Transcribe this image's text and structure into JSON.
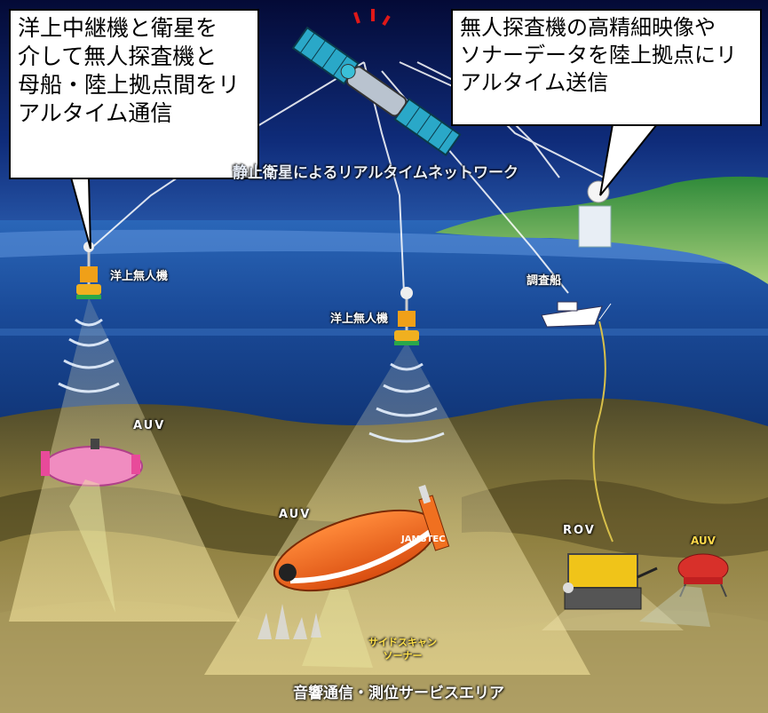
{
  "callouts": {
    "left": [
      "洋上中継機と衛星を",
      "介して無人探査機と",
      "母船・陸上拠点間をリ",
      "アルタイム通信"
    ],
    "right": [
      "無人探査機の高精細映像や",
      "ソナーデータを陸上拠点にリ",
      "アルタイム送信"
    ]
  },
  "labels": {
    "network": "静止衛星によるリアルタイムネットワーク",
    "buoy_left": "洋上無人機",
    "buoy_center": "洋上無人機",
    "ship": "調査船",
    "auv_left": "AUV",
    "auv_center": "AUV",
    "rov": "ROV",
    "auv_right": "AUV",
    "sidescan": "サイドスキャン\nソーナー",
    "service_area": "音響通信・測位サービスエリア",
    "auv_hull_text": "JAMSTEC"
  },
  "colors": {
    "sky_top": "#050b3a",
    "sea_surface": "#1e4f9a",
    "deep_sea": "#0c2a6e",
    "seafloor": "#8a7a3a",
    "cone": "#f3e9a6",
    "auv_orange": "#ee6a1a",
    "auv_pink": "#f08cc0",
    "rov_yellow": "#f0c419",
    "sidescan_text": "#ffe24a"
  }
}
